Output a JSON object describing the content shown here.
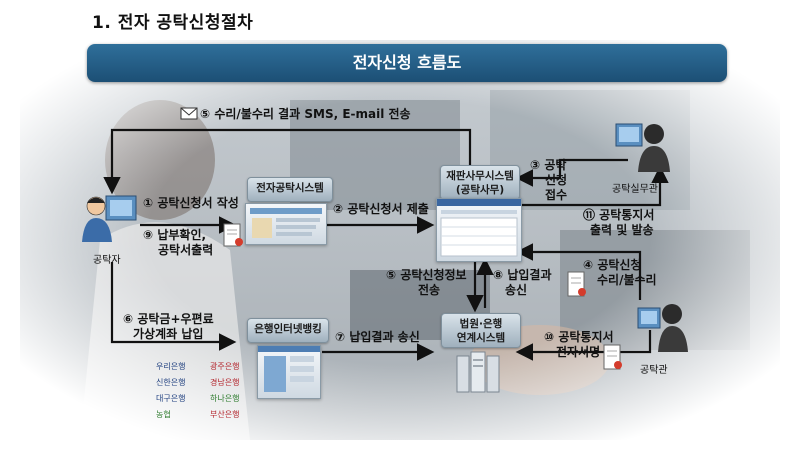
{
  "title": "1. 전자 공탁신청절차",
  "banner": "전자신청 흐름도",
  "steps": {
    "s5_top": "⑤ 수리/불수리 결과 SMS, E-mail 전송",
    "s3_line1": "③ 공탁",
    "s3_line2": "신청",
    "s3_line3": "접수",
    "s1": "① 공탁신청서 작성",
    "s9_line1": "⑨ 납부확인,",
    "s9_line2": "공탁서출력",
    "s2": "② 공탁신청서 제출",
    "s11_line1": "⑪ 공탁통지서",
    "s11_line2": "출력 및 발송",
    "s4_line1": "④ 공탁신청",
    "s4_line2": "수리/불수리",
    "s5_mid_line1": "⑤ 공탁신청정보",
    "s5_mid_line2": "전송",
    "s8_line1": "⑧ 납입결과",
    "s8_line2": "송신",
    "s6_line1": "⑥ 공탁금+우편료",
    "s6_line2": "가상계좌 납입",
    "s7": "⑦ 납입결과 송신",
    "s10_line1": "⑩ 공탁통지서",
    "s10_line2": "전자서명"
  },
  "systems": {
    "e_gongtak": "전자공탁시스템",
    "court_line1": "재판사무시스템",
    "court_line2": "(공탁사무)",
    "bank_internet": "은행인터넷뱅킹",
    "link_line1": "법원·은행",
    "link_line2": "연계시스템"
  },
  "actors": {
    "applicant": "공탁자",
    "practitioner": "공탁실무관",
    "officer": "공탁관"
  },
  "banks": [
    "우리은행",
    "신한은행",
    "대구은행",
    "광주은행",
    "경남은행",
    "하나은행",
    "부산은행",
    "농협"
  ],
  "colors": {
    "banner": "#1c4f75",
    "arrow": "#111111"
  }
}
